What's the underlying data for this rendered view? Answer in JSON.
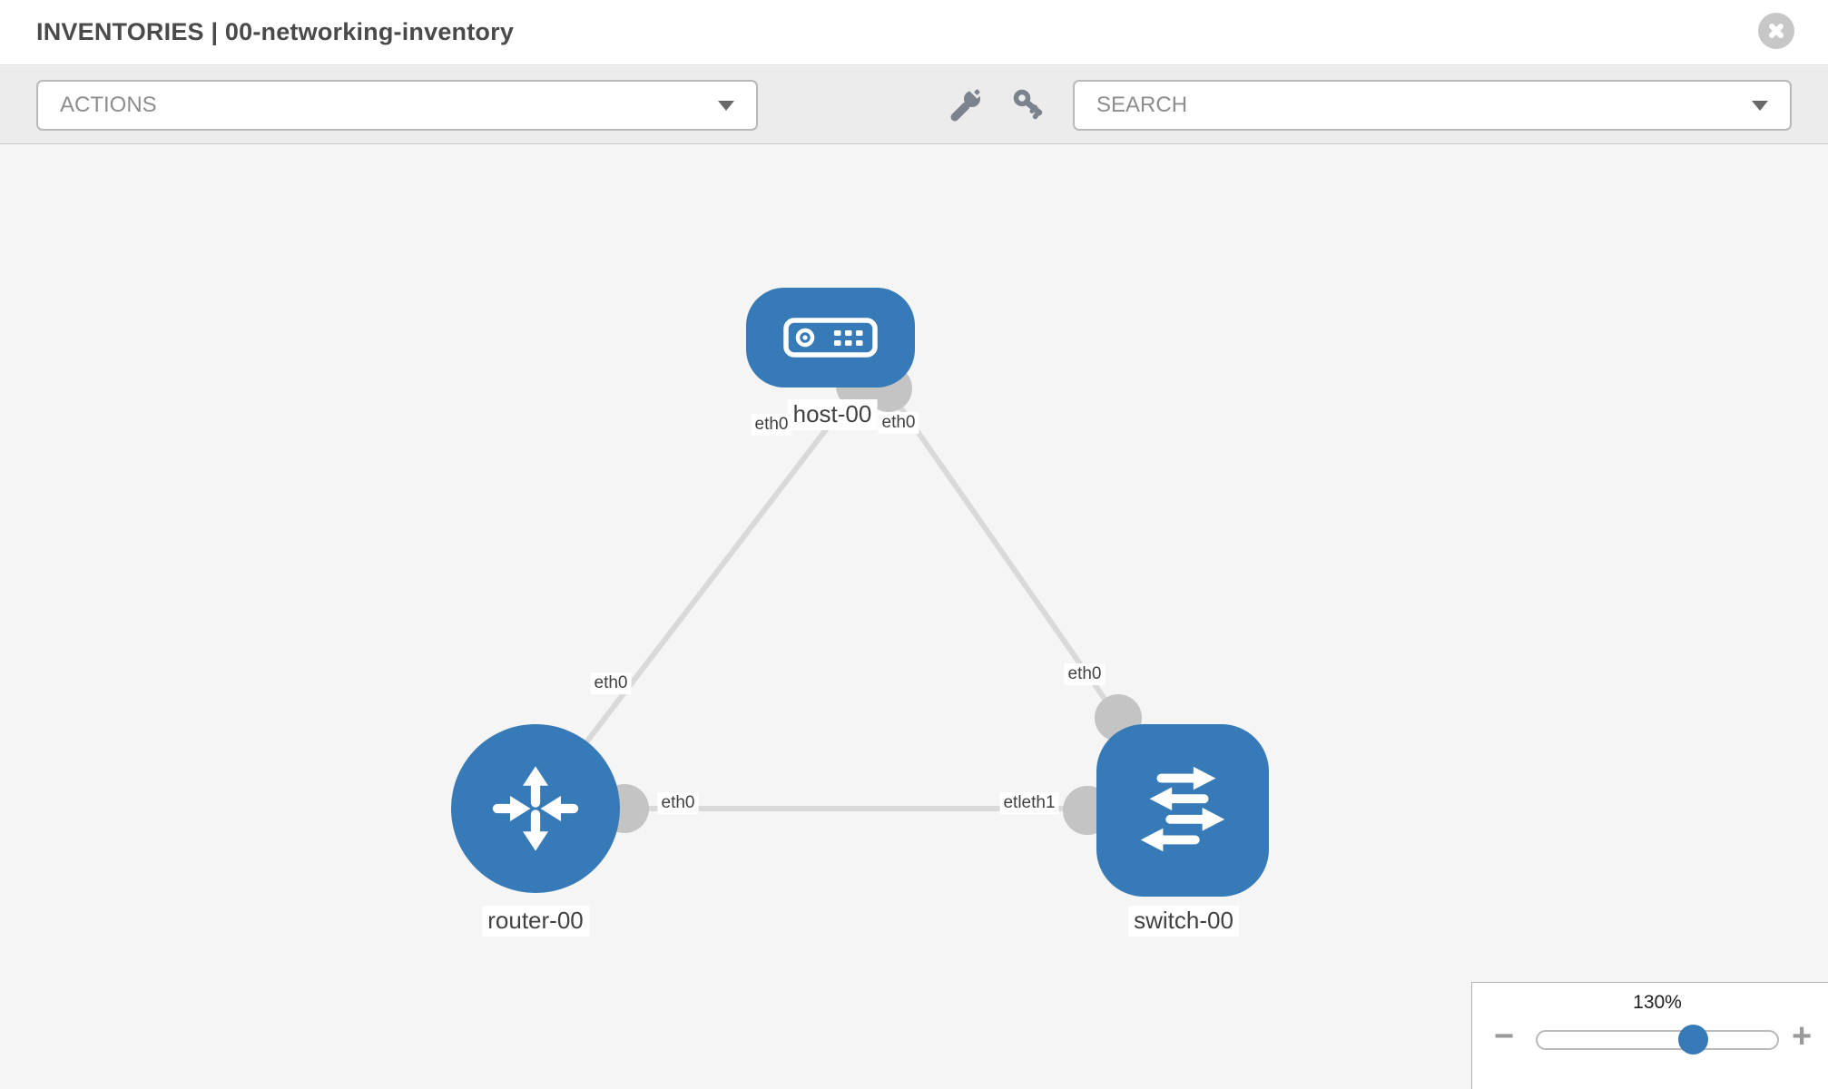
{
  "header": {
    "title": "INVENTORIES | 00-networking-inventory",
    "close_icon": "close-icon"
  },
  "toolbar": {
    "actions_label": "ACTIONS",
    "search_label": "SEARCH",
    "icons": [
      "wrench-icon",
      "key-icon",
      "chevron-down-icon"
    ]
  },
  "topology": {
    "nodes": [
      {
        "id": "host-00",
        "type": "host",
        "label": "host-00",
        "icon": "server-icon"
      },
      {
        "id": "router-00",
        "type": "router",
        "label": "router-00",
        "icon": "router-arrows-icon"
      },
      {
        "id": "switch-00",
        "type": "switch",
        "label": "switch-00",
        "icon": "switch-arrows-icon"
      }
    ],
    "links": [
      {
        "from": "host-00",
        "from_label": "eth0",
        "to": "router-00",
        "to_label": "eth0"
      },
      {
        "from": "host-00",
        "from_label": "eth0",
        "to": "switch-00",
        "to_label": "eth0"
      },
      {
        "from": "router-00",
        "from_label": "eth0",
        "to": "switch-00",
        "to_label": "etleth1"
      }
    ]
  },
  "zoom_control": {
    "value": "130%",
    "minus_label": "−",
    "plus_label": "+"
  },
  "colors": {
    "node_blue": "#377ab8",
    "link_gray": "#d9d9d9",
    "port_gray": "#c4c4c4",
    "toolbar_bg": "#ececec",
    "canvas_bg": "#f5f5f5"
  }
}
